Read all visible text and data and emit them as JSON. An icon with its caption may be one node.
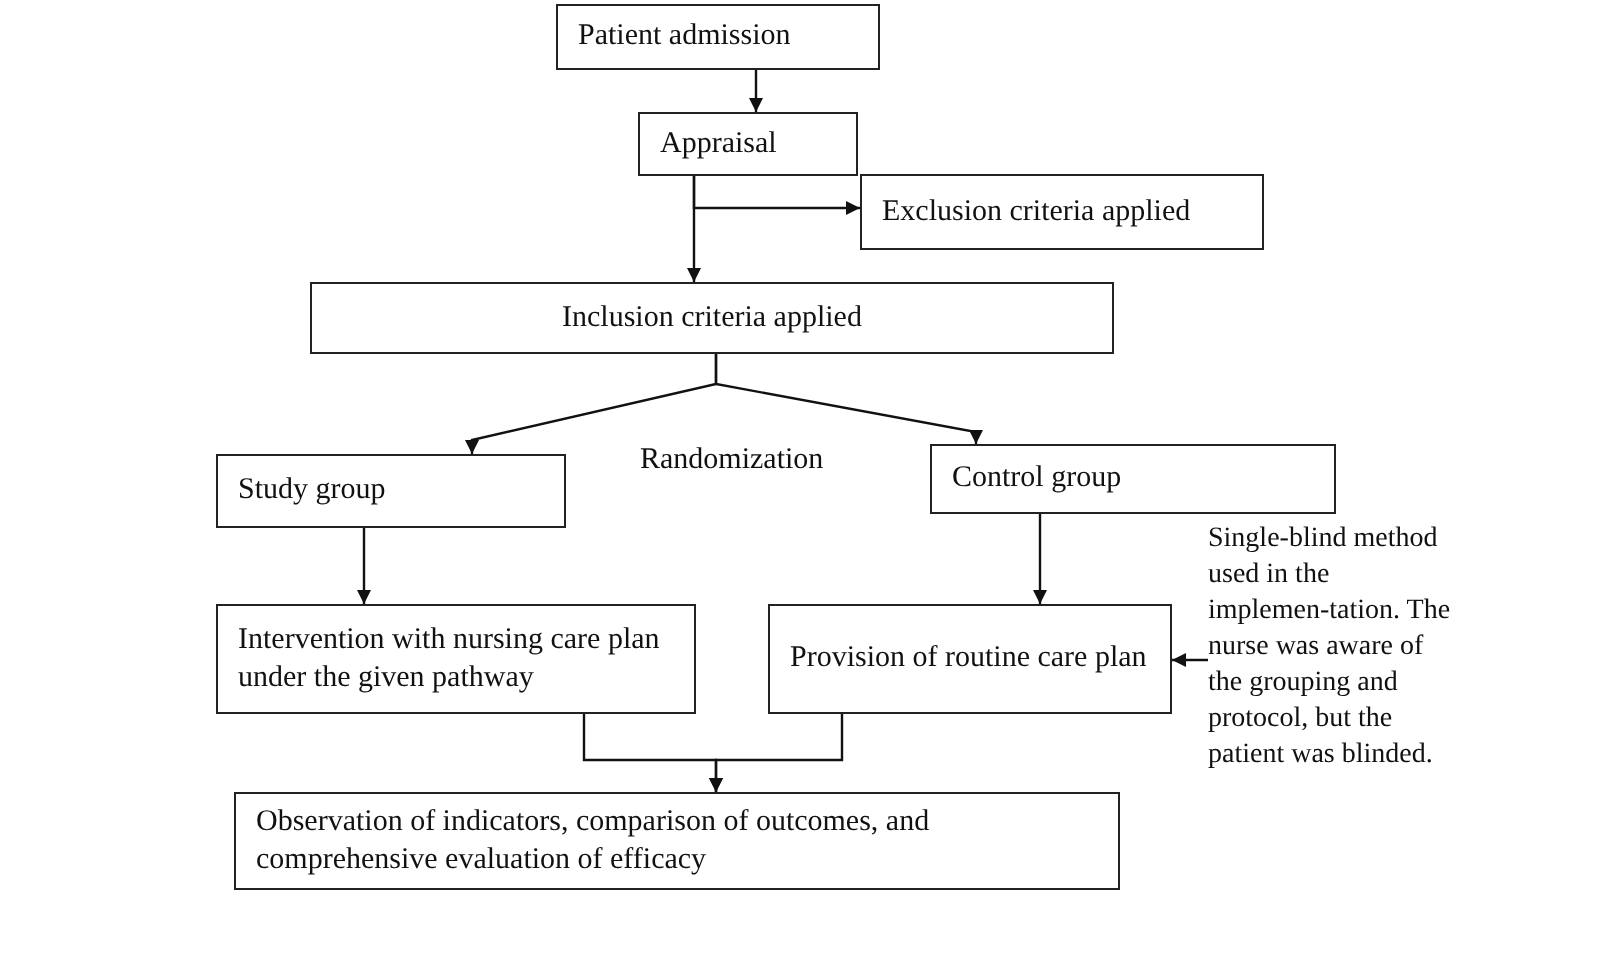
{
  "diagram": {
    "nodes": [
      {
        "text": [
          "Patient admission"
        ]
      },
      {
        "text": [
          "Appraisal"
        ]
      },
      {
        "text": [
          "Exclusion criteria applied"
        ]
      },
      {
        "text": [
          "Inclusion criteria applied"
        ]
      },
      {
        "text": [
          "Study group"
        ]
      },
      {
        "text": [
          "Control group"
        ]
      },
      {
        "text": [
          "Intervention with nursing care plan under the given pathway"
        ]
      },
      {
        "text": [
          "Provision of routine care plan"
        ]
      },
      {
        "text": [
          "Observation of indicators, comparison of outcomes, and comprehensive evaluation of efficacy"
        ]
      },
      {
        "text": [
          "Single-blind method used in the implemen-tation. The nurse was aware of the grouping and protocol, but the patient was blinded."
        ]
      }
    ],
    "edges": [
      {
        "from": 0,
        "to": 1,
        "arrow": "to"
      },
      {
        "from": 1,
        "to": 2,
        "arrow": "to"
      },
      {
        "from": 1,
        "to": 3,
        "arrow": "to"
      },
      {
        "from": 3,
        "to": 4,
        "arrow": "to"
      },
      {
        "from": 3,
        "to": 5,
        "arrow": "to"
      },
      {
        "from": 4,
        "to": 6,
        "arrow": "to"
      },
      {
        "from": 5,
        "to": 7,
        "arrow": "to"
      },
      {
        "from": 9,
        "to": 7,
        "arrow": "to"
      },
      {
        "from": 6,
        "to": 8,
        "arrow": "to"
      },
      {
        "from": 7,
        "to": 8,
        "arrow": "to"
      }
    ],
    "labels": [
      "Randomization"
    ]
  }
}
